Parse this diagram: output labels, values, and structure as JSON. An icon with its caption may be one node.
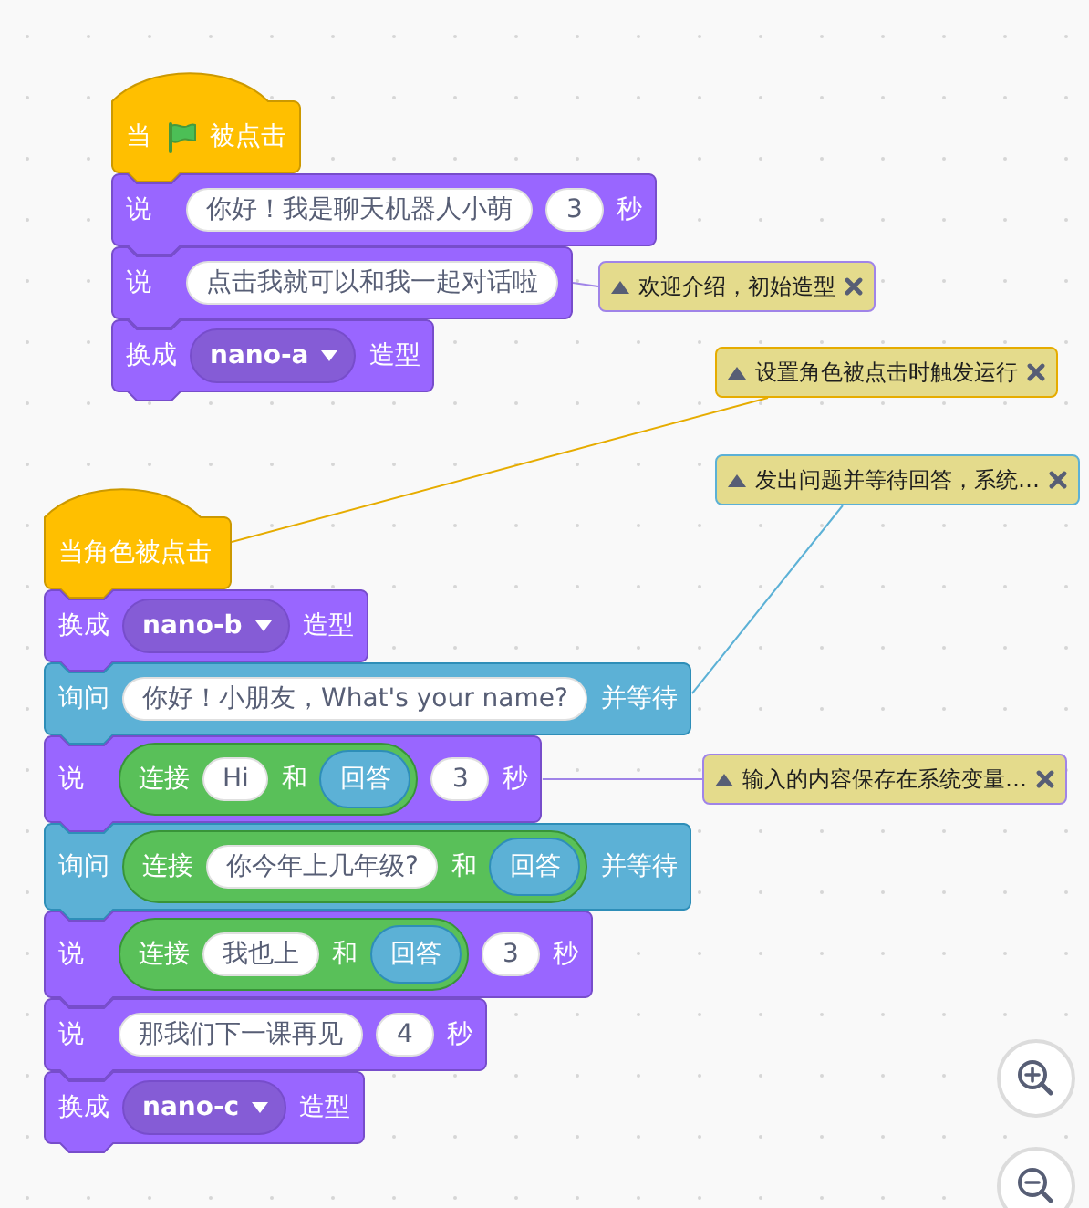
{
  "diagram": {
    "nodes": [
      {
        "text": [
          "当",
          "被点击"
        ]
      },
      {
        "text": [
          "说",
          "秒"
        ]
      },
      {
        "text": [
          "你好！我是聊天机器人小萌"
        ],
        "in": 1
      },
      {
        "text": [
          "3"
        ],
        "in": 1
      },
      {
        "text": [
          "说"
        ]
      },
      {
        "text": [
          "点击我就可以和我一起对话啦"
        ],
        "in": 4
      },
      {
        "text": [
          "换成",
          "造型"
        ]
      },
      {
        "text": [
          "nano-a"
        ],
        "in": 6
      },
      {
        "text": [
          "欢迎介绍，初始造型"
        ]
      },
      {
        "text": [
          "设置角色被点击时触发运行"
        ]
      },
      {
        "text": [
          "发出问题并等待回答，系统…"
        ]
      },
      {
        "text": [
          "当角色被点击"
        ]
      },
      {
        "text": [
          "换成",
          "造型"
        ]
      },
      {
        "text": [
          "nano-b"
        ],
        "in": 12
      },
      {
        "text": [
          "询问",
          "并等待"
        ]
      },
      {
        "text": [
          "你好！小朋友，What's your name?"
        ],
        "in": 14
      },
      {
        "text": [
          "说",
          "秒"
        ]
      },
      {
        "text": [
          "连接",
          "和"
        ],
        "in": 16
      },
      {
        "text": [
          "Hi"
        ],
        "in": 17
      },
      {
        "text": [
          "回答"
        ],
        "in": 17
      },
      {
        "text": [
          "3"
        ],
        "in": 16
      },
      {
        "text": [
          "询问",
          "并等待"
        ]
      },
      {
        "text": [
          "连接",
          "和"
        ],
        "in": 21
      },
      {
        "text": [
          "你今年上几年级?"
        ],
        "in": 22
      },
      {
        "text": [
          "回答"
        ],
        "in": 22
      },
      {
        "text": [
          "说",
          "秒"
        ]
      },
      {
        "text": [
          "连接",
          "和"
        ],
        "in": 25
      },
      {
        "text": [
          "我也上"
        ],
        "in": 26
      },
      {
        "text": [
          "回答"
        ],
        "in": 26
      },
      {
        "text": [
          "3"
        ],
        "in": 25
      },
      {
        "text": [
          "说",
          "秒"
        ]
      },
      {
        "text": [
          "那我们下一课再见"
        ],
        "in": 30
      },
      {
        "text": [
          "4"
        ],
        "in": 30
      },
      {
        "text": [
          "换成",
          "造型"
        ]
      },
      {
        "text": [
          "nano-c"
        ],
        "in": 33
      },
      {
        "text": [
          "输入的内容保存在系统变量…"
        ]
      }
    ],
    "edges": [
      {
        "from": 8,
        "to": 4,
        "arrow": "none"
      },
      {
        "from": 9,
        "to": 11,
        "arrow": "none",
        "color": "#e6ac00"
      },
      {
        "from": 10,
        "to": 14,
        "arrow": "none",
        "color": "#5cb1d6"
      },
      {
        "from": 35,
        "to": 16,
        "arrow": "none"
      }
    ]
  }
}
